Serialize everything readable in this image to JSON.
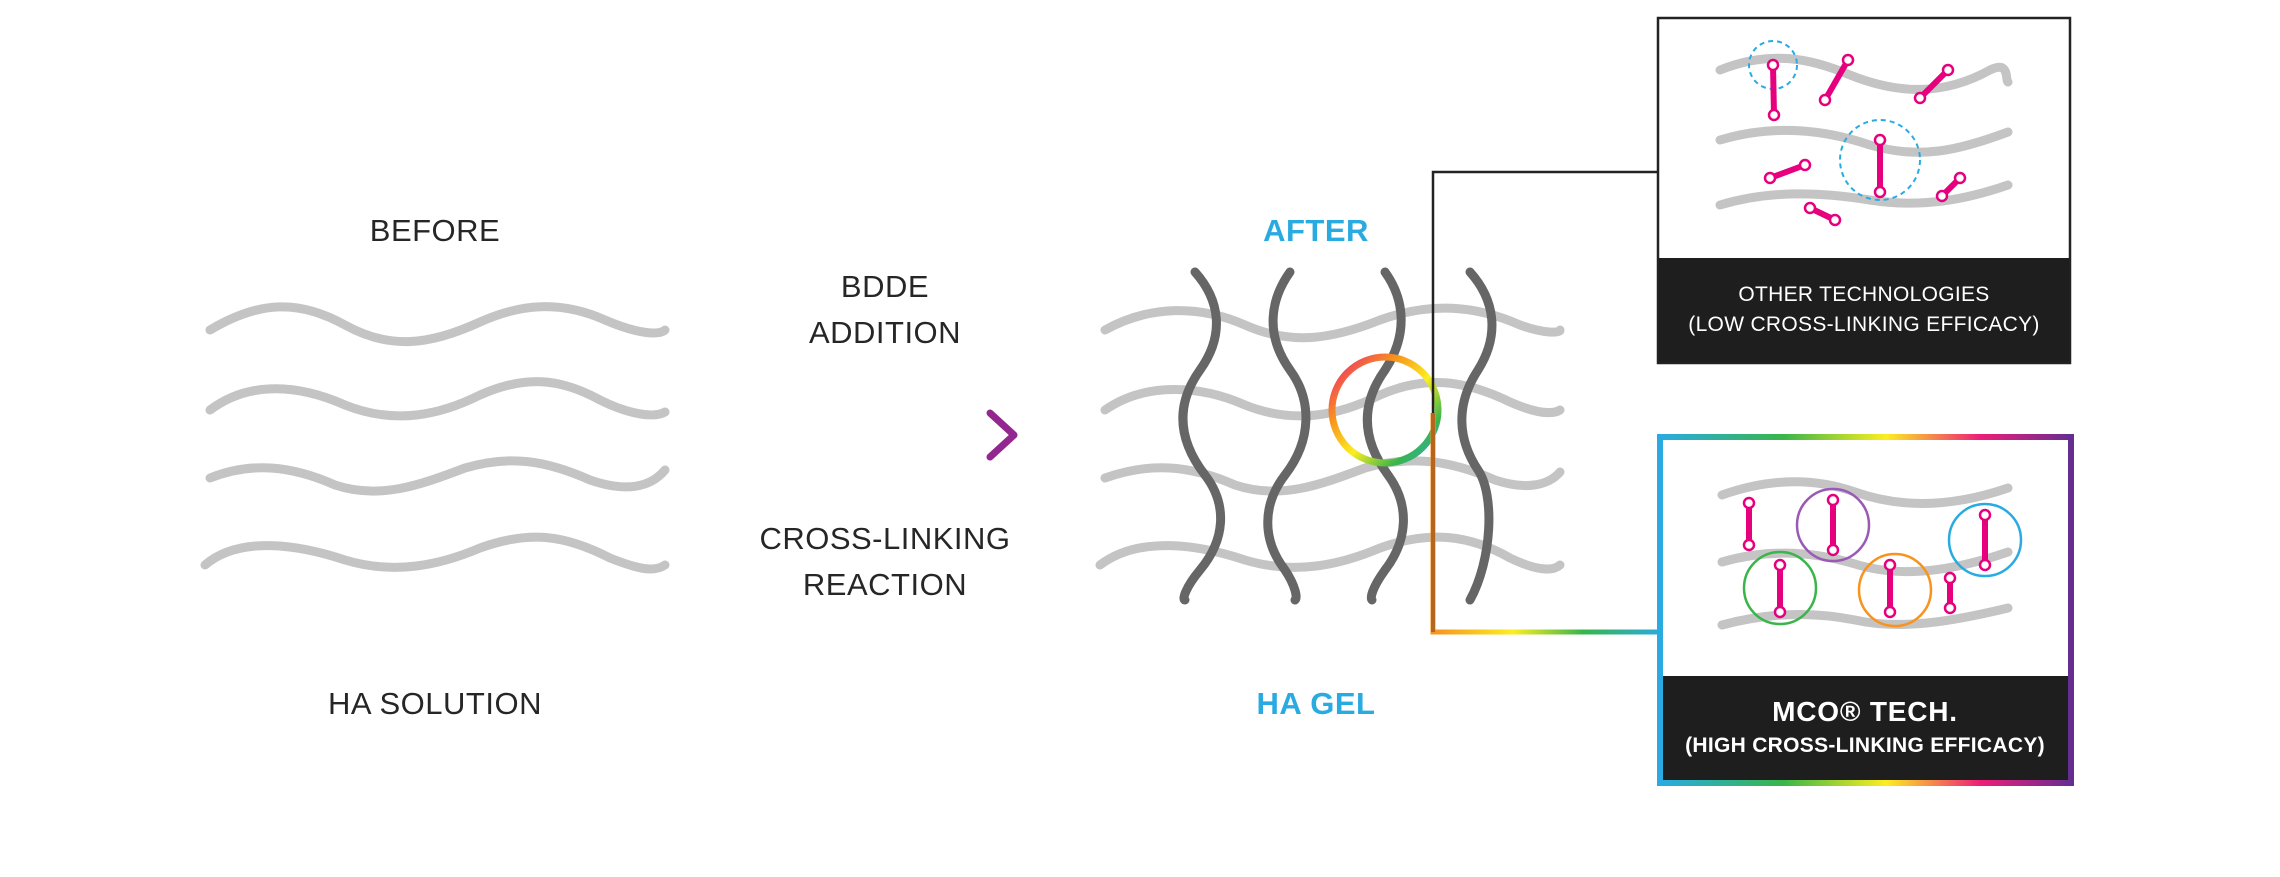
{
  "before": {
    "title": "BEFORE",
    "caption": "HA SOLUTION"
  },
  "arrow": {
    "top_line1": "BDDE",
    "top_line2": "ADDITION",
    "bottom_line1": "CROSS-LINKING",
    "bottom_line2": "REACTION"
  },
  "after": {
    "title": "AFTER",
    "caption": "HA GEL"
  },
  "panel_other": {
    "line1": "OTHER TECHNOLOGIES",
    "line2": "(LOW CROSS-LINKING EFFICACY)"
  },
  "panel_mco": {
    "title": "MCO® TECH.",
    "subtitle": "(HIGH CROSS-LINKING EFFICACY)"
  },
  "colors": {
    "strand_light": "#c4c4c4",
    "strand_dark": "#666666",
    "text_dark": "#262626",
    "accent_blue": "#29abe2",
    "crosslinker_pink": "#e6007e",
    "caption_bg": "#1e1e1e",
    "gradient": [
      "#29abe2",
      "#39b54a",
      "#fcee21",
      "#f7931e",
      "#ed1e79",
      "#662d91"
    ]
  }
}
